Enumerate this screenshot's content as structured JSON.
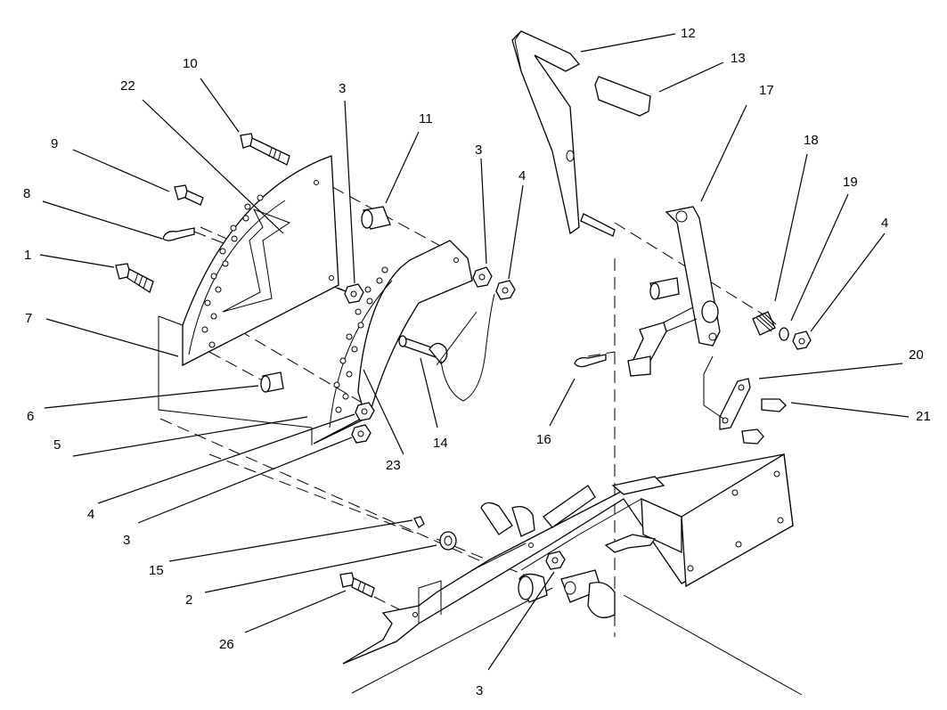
{
  "callouts": [
    {
      "id": "c12",
      "text": "12"
    },
    {
      "id": "c13",
      "text": "13"
    },
    {
      "id": "c10",
      "text": "10"
    },
    {
      "id": "c22",
      "text": "22"
    },
    {
      "id": "c3a",
      "text": "3"
    },
    {
      "id": "c11",
      "text": "11"
    },
    {
      "id": "c3b",
      "text": "3"
    },
    {
      "id": "c4a",
      "text": "4"
    },
    {
      "id": "c17",
      "text": "17"
    },
    {
      "id": "c18",
      "text": "18"
    },
    {
      "id": "c19",
      "text": "19"
    },
    {
      "id": "c4b",
      "text": "4"
    },
    {
      "id": "c9",
      "text": "9"
    },
    {
      "id": "c8",
      "text": "8"
    },
    {
      "id": "c1",
      "text": "1"
    },
    {
      "id": "c7",
      "text": "7"
    },
    {
      "id": "c6",
      "text": "6"
    },
    {
      "id": "c5",
      "text": "5"
    },
    {
      "id": "c4c",
      "text": "4"
    },
    {
      "id": "c3c",
      "text": "3"
    },
    {
      "id": "c23",
      "text": "23"
    },
    {
      "id": "c14",
      "text": "14"
    },
    {
      "id": "c16",
      "text": "16"
    },
    {
      "id": "c20",
      "text": "20"
    },
    {
      "id": "c21",
      "text": "21"
    },
    {
      "id": "c15",
      "text": "15"
    },
    {
      "id": "c2",
      "text": "2"
    },
    {
      "id": "c26",
      "text": "26"
    },
    {
      "id": "c3d",
      "text": "3"
    }
  ]
}
